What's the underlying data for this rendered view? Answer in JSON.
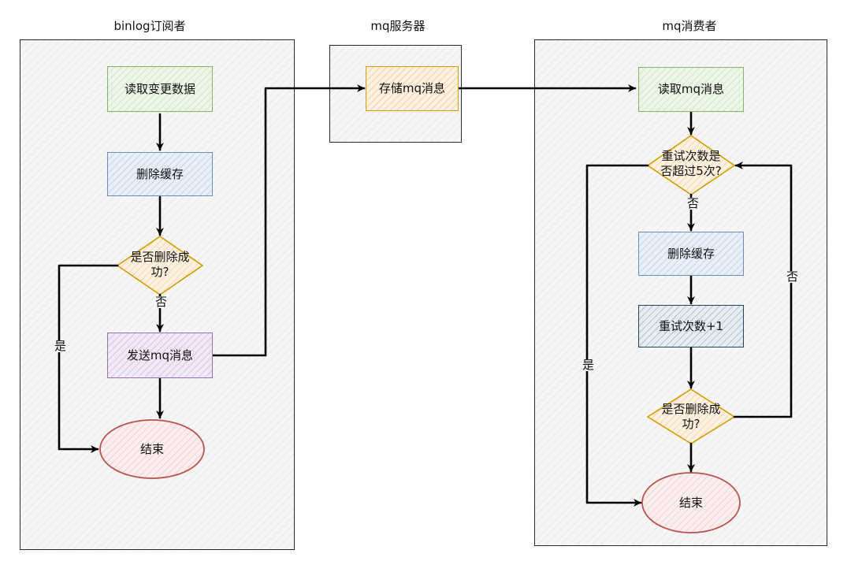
{
  "lanes": {
    "subscriber": "binlog订阅者",
    "server": "mq服务器",
    "consumer": "mq消费者"
  },
  "subscriber": {
    "read_change": "读取变更数据",
    "delete_cache": "删除缓存",
    "check_line1": "是否删除成",
    "check_line2": "功?",
    "send_mq": "发送mq消息",
    "end": "结束",
    "label_yes": "是",
    "label_no": "否"
  },
  "server": {
    "store_mq": "存储mq消息"
  },
  "consumer": {
    "read_mq": "读取mq消息",
    "retry_check_line1": "重试次数是",
    "retry_check_line2": "否超过5次?",
    "delete_cache": "删除缓存",
    "retry_inc": "重试次数+1",
    "check_line1": "是否删除成",
    "check_line2": "功?",
    "end": "结束",
    "label_yes": "是",
    "label_no_down": "否",
    "label_no_loop": "否"
  },
  "colors": {
    "green": "#82b366",
    "blue": "#6c8ebf",
    "purple": "#9673a6",
    "orange": "#d79b00",
    "navy": "#23445d",
    "red": "#b85450",
    "line": "#000000"
  }
}
